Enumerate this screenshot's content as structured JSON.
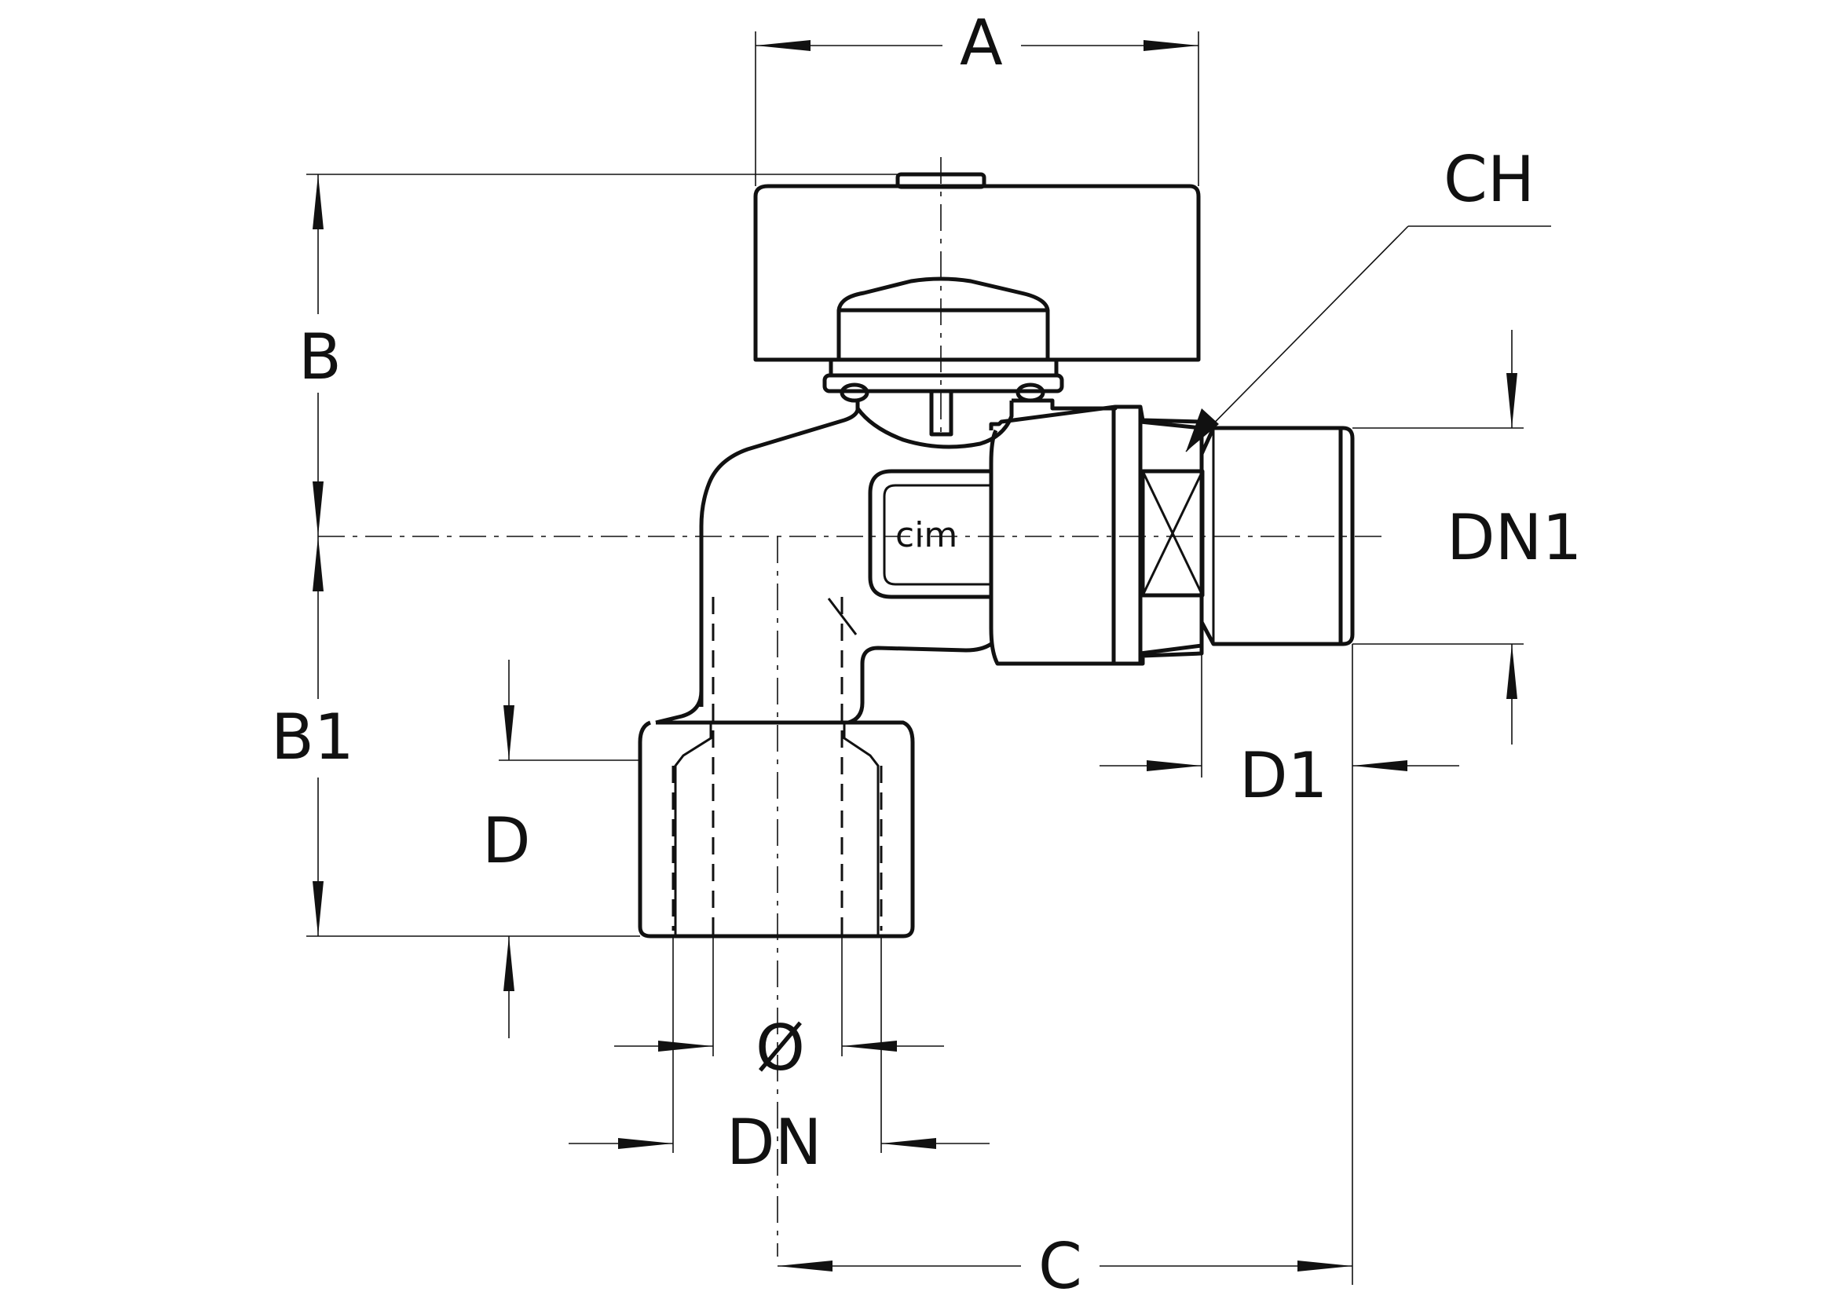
{
  "labels": {
    "A": "A",
    "B": "B",
    "B1": "B1",
    "CH": "CH",
    "DN1": "DN1",
    "D1": "D1",
    "D": "D",
    "diameter": "Ø",
    "DN": "DN",
    "C": "C"
  },
  "logo": "cim"
}
